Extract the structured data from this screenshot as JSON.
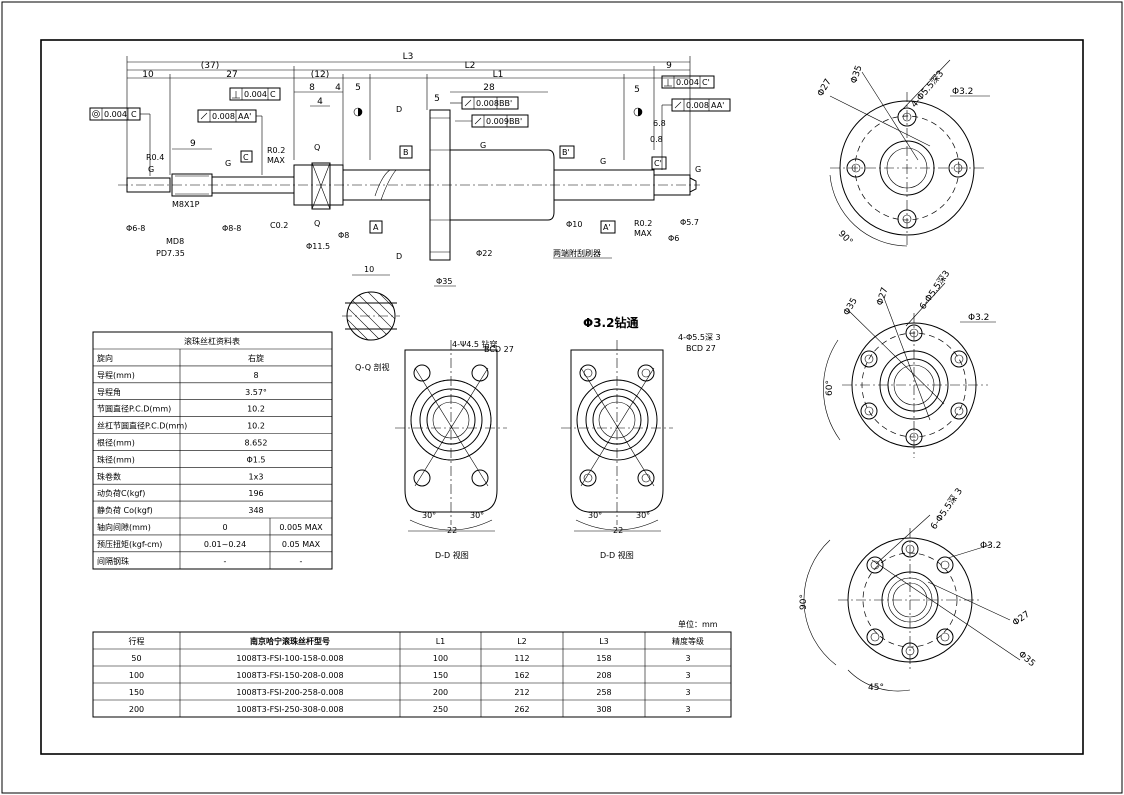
{
  "dims_top": {
    "L3": "L3",
    "d37": "(37)",
    "L2": "L2",
    "d9": "9",
    "d10": "10",
    "d27": "27",
    "d12": "(12)",
    "L1": "L1",
    "d8": "8",
    "d4a": "4",
    "d5a": "5",
    "d28": "28",
    "d4b": "4",
    "d5b": "5",
    "d5c": "5"
  },
  "tolerances": {
    "c004": "0.004",
    "datum_c": "C",
    "aa008": "0.008",
    "datum_aa": "AA'",
    "perp004": "0.004",
    "bb008": "0.008",
    "datum_bb": "BB'",
    "bb009": "0.009",
    "cprime004": "0.004",
    "datum_cprime": "C'",
    "aa008r": "0.008",
    "datum_aar": "AA'"
  },
  "callouts": {
    "r04": "R0.4",
    "g": "G",
    "d9": "9",
    "r02max": "R0.2",
    "max": "MAX",
    "c_box": "C",
    "q": "Q",
    "d_lbl": "D",
    "b_box": "B",
    "bprime_box": "B'",
    "cprime_box": "C'",
    "d68_left": "Φ6-8",
    "m8x1p": "M8X1P",
    "md8": "MD8",
    "pd735": "PD7.35",
    "d88": "Φ8-8",
    "c02": "C0.2",
    "d115": "Φ11.5",
    "d8": "Φ8",
    "a_box": "A",
    "d22": "Φ22",
    "wiper": "两端附刮刷器",
    "d10": "Φ10",
    "aprime_box": "A'",
    "r02r": "R0.2",
    "maxr": "MAX",
    "d57": "Φ5.7",
    "d6r": "Φ6",
    "d35": "Φ35",
    "d68": "6.8",
    "d08": "0.8",
    "d10sec": "10"
  },
  "flange_right": {
    "view1": {
      "d27": "Φ27",
      "d35": "Φ35",
      "holes": "4-Φ5.5深3",
      "d32": "Φ3.2",
      "ang": "90°"
    },
    "view2": {
      "d35": "Φ35",
      "d27": "Φ27",
      "holes": "6-Φ5.5深3",
      "d32": "Φ3.2",
      "ang": "60°"
    },
    "view3": {
      "holes": "6-Φ5.5深 3",
      "d32": "Φ3.2",
      "ang90": "90°",
      "d27": "Φ27",
      "d35": "Φ35",
      "ang45": "45°"
    }
  },
  "sections": {
    "qq_caption": "Q-Q 剖视",
    "dd1_note1": "4-Ψ4.5 钻穿",
    "dd1_note2": "BCD 27",
    "dd1_a1": "30°",
    "dd1_a2": "30°",
    "dd1_w": "22",
    "dd1_caption": "D-D 视图",
    "dd2_drill": "Φ3.2钻通",
    "dd2_note1": "4-Φ5.5深 3",
    "dd2_note2": "BCD 27",
    "dd2_a1": "30°",
    "dd2_a2": "30°",
    "dd2_w": "22",
    "dd2_caption": "D-D 视图"
  },
  "spec_table": {
    "title": "滚珠丝杠资料表",
    "rows": [
      [
        "旋向",
        "右旋"
      ],
      [
        "导程(mm)",
        "8"
      ],
      [
        "导程角",
        "3.57°"
      ],
      [
        "节圆直径P.C.D(mm)",
        "10.2"
      ],
      [
        "丝杠节圆直径P.C.D(mm)",
        "10.2"
      ],
      [
        "根径(mm)",
        "8.652"
      ],
      [
        "珠径(mm)",
        "Φ1.5"
      ],
      [
        "珠卷数",
        "1x3"
      ],
      [
        "动负荷C(kgf)",
        "196"
      ],
      [
        "静负荷 Co(kgf)",
        "348"
      ]
    ],
    "split_rows": [
      [
        "轴向间隙(mm)",
        "0",
        "0.005 MAX"
      ],
      [
        "预压扭矩(kgf-cm)",
        "0.01~0.24",
        "0.05 MAX"
      ],
      [
        "间隔钢珠",
        "-",
        "-"
      ]
    ]
  },
  "model_table": {
    "unit": "单位：mm",
    "headers": [
      "行程",
      "南京哈宁滚珠丝杆型号",
      "L1",
      "L2",
      "L3",
      "精度等级"
    ],
    "rows": [
      [
        "50",
        "1008T3-FSI-100-158-0.008",
        "100",
        "112",
        "158",
        "3"
      ],
      [
        "100",
        "1008T3-FSI-150-208-0.008",
        "150",
        "162",
        "208",
        "3"
      ],
      [
        "150",
        "1008T3-FSI-200-258-0.008",
        "200",
        "212",
        "258",
        "3"
      ],
      [
        "200",
        "1008T3-FSI-250-308-0.008",
        "250",
        "262",
        "308",
        "3"
      ]
    ]
  }
}
